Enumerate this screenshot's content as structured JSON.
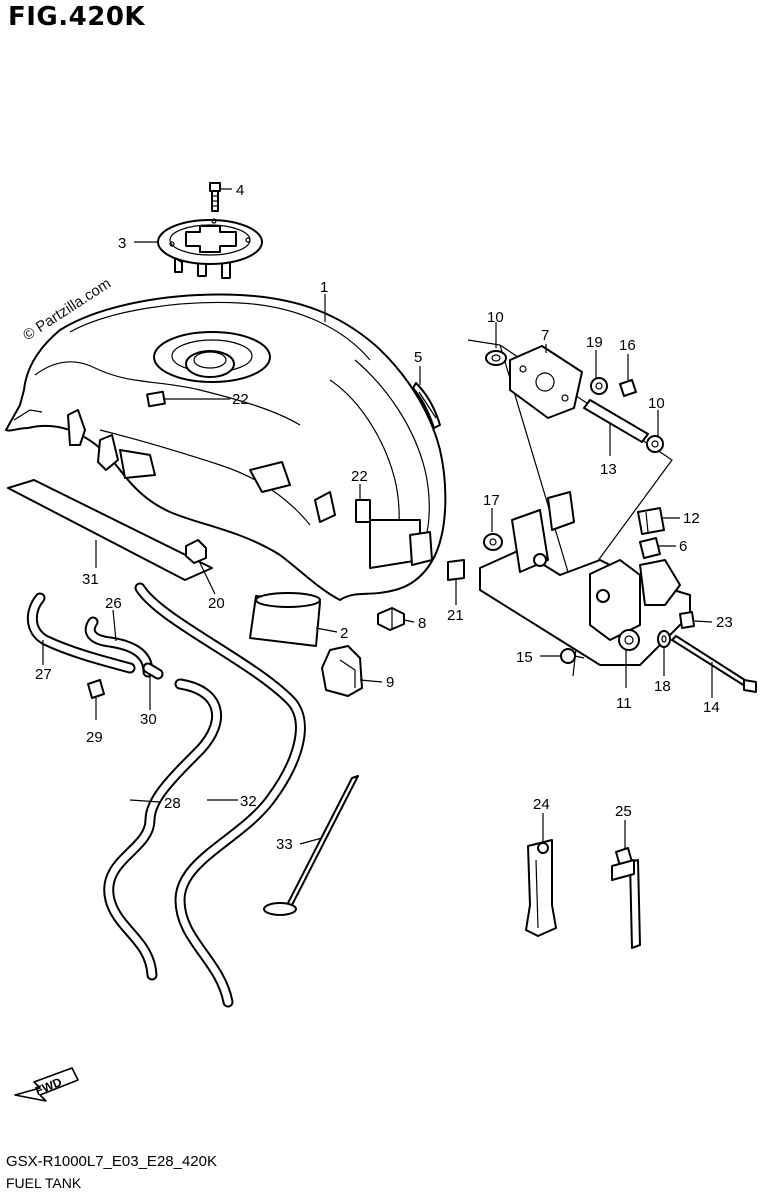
{
  "figure": {
    "title": "FIG.420K",
    "model_code": "GSX-R1000L7_E03_E28_420K",
    "section_name": "FUEL TANK",
    "watermark": "© Partzilla.com",
    "fwd_label": "FWD"
  },
  "callouts": [
    {
      "id": "c1",
      "label": "1"
    },
    {
      "id": "c2",
      "label": "2"
    },
    {
      "id": "c3",
      "label": "3"
    },
    {
      "id": "c4",
      "label": "4"
    },
    {
      "id": "c5",
      "label": "5"
    },
    {
      "id": "c6",
      "label": "6"
    },
    {
      "id": "c7",
      "label": "7"
    },
    {
      "id": "c8",
      "label": "8"
    },
    {
      "id": "c9",
      "label": "9"
    },
    {
      "id": "c10a",
      "label": "10"
    },
    {
      "id": "c10b",
      "label": "10"
    },
    {
      "id": "c11",
      "label": "11"
    },
    {
      "id": "c12",
      "label": "12"
    },
    {
      "id": "c13",
      "label": "13"
    },
    {
      "id": "c14",
      "label": "14"
    },
    {
      "id": "c15",
      "label": "15"
    },
    {
      "id": "c16",
      "label": "16"
    },
    {
      "id": "c17",
      "label": "17"
    },
    {
      "id": "c18",
      "label": "18"
    },
    {
      "id": "c19",
      "label": "19"
    },
    {
      "id": "c20",
      "label": "20"
    },
    {
      "id": "c21",
      "label": "21"
    },
    {
      "id": "c22a",
      "label": "22"
    },
    {
      "id": "c22b",
      "label": "22"
    },
    {
      "id": "c23",
      "label": "23"
    },
    {
      "id": "c24",
      "label": "24"
    },
    {
      "id": "c25",
      "label": "25"
    },
    {
      "id": "c26",
      "label": "26"
    },
    {
      "id": "c27",
      "label": "27"
    },
    {
      "id": "c28",
      "label": "28"
    },
    {
      "id": "c29",
      "label": "29"
    },
    {
      "id": "c30",
      "label": "30"
    },
    {
      "id": "c31",
      "label": "31"
    },
    {
      "id": "c32",
      "label": "32"
    },
    {
      "id": "c33",
      "label": "33"
    }
  ]
}
